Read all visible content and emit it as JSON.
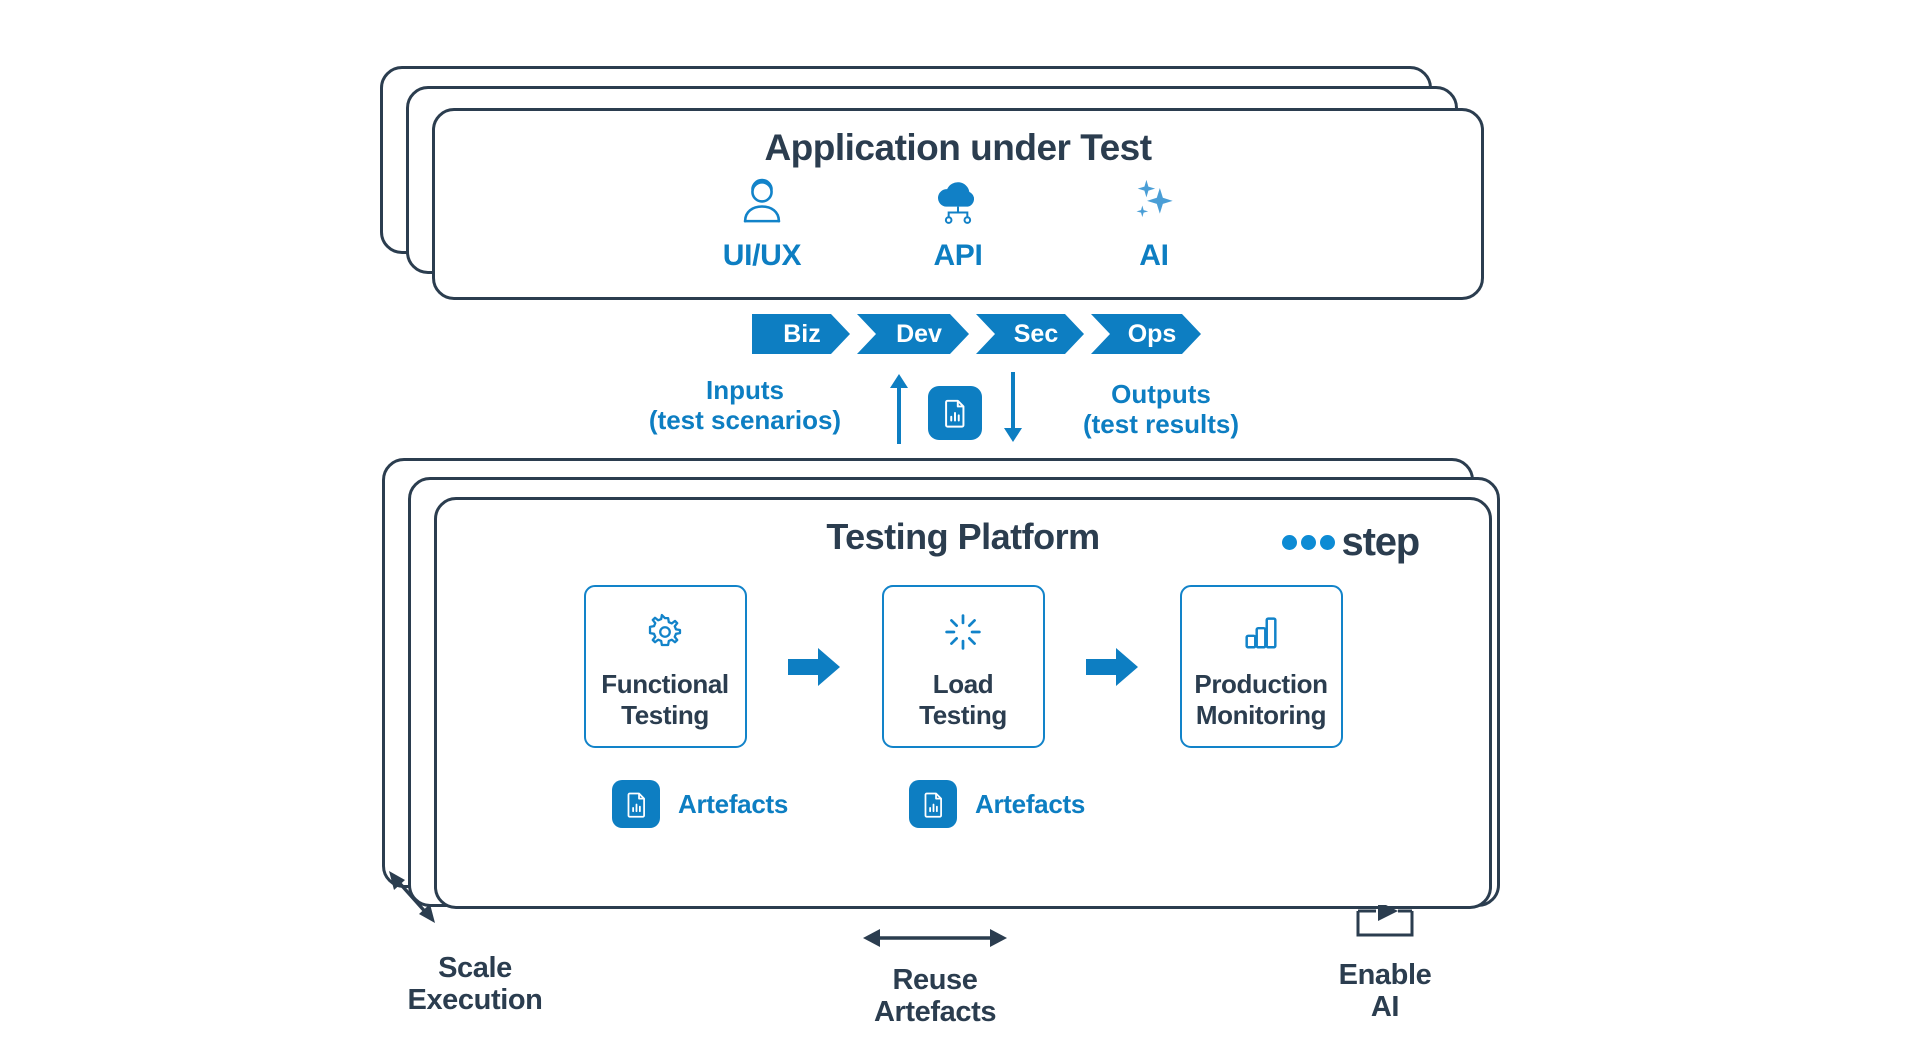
{
  "colors": {
    "brand_blue": "#0d7ec2",
    "card_border_blue": "#1283c9",
    "dark_navy": "#2b3d4f",
    "ai_light_blue": "#4a9ed6",
    "white": "#ffffff"
  },
  "application_under_test": {
    "title": "Application under Test",
    "items": [
      {
        "label": "UI/UX",
        "icon": "user-icon"
      },
      {
        "label": "API",
        "icon": "cloud-api-icon"
      },
      {
        "label": "AI",
        "icon": "sparkles-icon"
      }
    ]
  },
  "pipeline": {
    "stages": [
      {
        "label": "Biz"
      },
      {
        "label": "Dev"
      },
      {
        "label": "Sec"
      },
      {
        "label": "Ops"
      }
    ]
  },
  "io": {
    "inputs_line1": "Inputs",
    "inputs_line2": "(test scenarios)",
    "outputs_line1": "Outputs",
    "outputs_line2": "(test results)",
    "up_arrow_icon": "arrow-up-icon",
    "down_arrow_icon": "arrow-down-icon",
    "document_icon": "document-chart-icon"
  },
  "testing_platform": {
    "title": "Testing Platform",
    "logo": {
      "word": "step",
      "dots": 3,
      "dots_icon": "three-dots-icon"
    },
    "phases": [
      {
        "label_line1": "Functional",
        "label_line2": "Testing",
        "icon": "gear-icon"
      },
      {
        "label_line1": "Load",
        "label_line2": "Testing",
        "icon": "spinner-icon"
      },
      {
        "label_line1": "Production",
        "label_line2": "Monitoring",
        "icon": "bar-chart-icon"
      }
    ],
    "phase_connector_icon": "arrow-right-icon",
    "artefacts": [
      {
        "label": "Artefacts",
        "icon": "document-chart-icon"
      },
      {
        "label": "Artefacts",
        "icon": "document-chart-icon"
      }
    ]
  },
  "annotations": [
    {
      "line1": "Scale",
      "line2": "Execution",
      "icon": "diagonal-double-arrow-icon"
    },
    {
      "line1": "Reuse",
      "line2": "Artefacts",
      "icon": "horizontal-double-arrow-icon"
    },
    {
      "line1": "Enable",
      "line2": "AI",
      "icon": "loop-arrow-icon"
    }
  ]
}
